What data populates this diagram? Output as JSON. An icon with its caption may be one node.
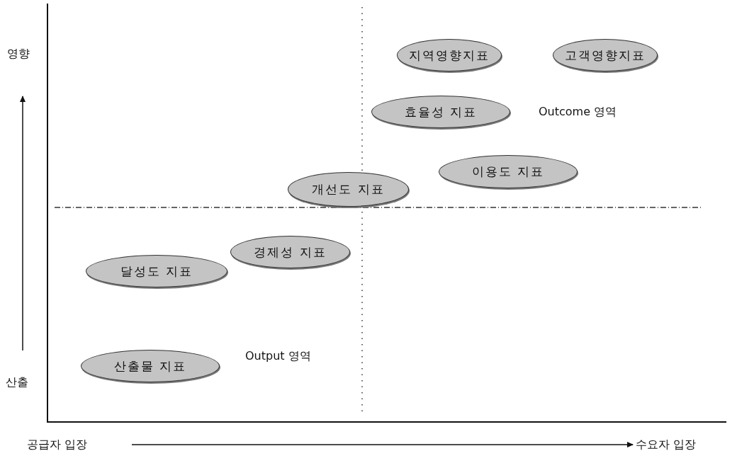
{
  "diagram": {
    "nodes": [
      {
        "text": [
          "지역영향지표"
        ]
      },
      {
        "text": [
          "고객영향지표"
        ]
      },
      {
        "text": [
          "효율성 지표"
        ]
      },
      {
        "text": [
          "이용도 지표"
        ]
      },
      {
        "text": [
          "개선도 지표"
        ]
      },
      {
        "text": [
          "경제성 지표"
        ]
      },
      {
        "text": [
          "달성도 지표"
        ]
      },
      {
        "text": [
          "산출물 지표"
        ]
      }
    ],
    "edges": [],
    "labels": [
      "영향",
      "산출",
      "Outcome 영역",
      "Output 영역",
      "공급자 입장",
      "수요자 입장"
    ]
  }
}
